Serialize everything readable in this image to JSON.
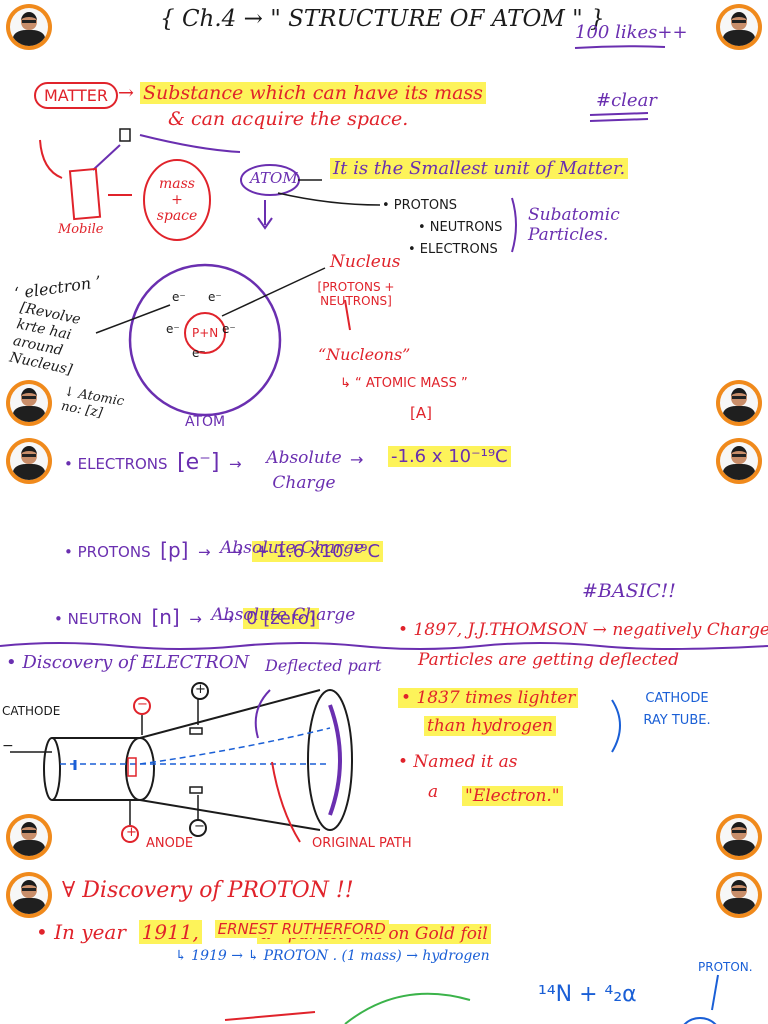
{
  "title": "{ Ch.4 → \" STRUCTURE  OF  ATOM \" }",
  "likes": "100 likes++",
  "clear_tag": "#clear",
  "basic_tag": "#BASIC!!",
  "matter": {
    "label": "MATTER",
    "def_line1": "Substance  which  can  have  its  mass",
    "def_line2": "&  can  acquire  the  space.",
    "mobile": "Mobile",
    "mass_space": "mass + space"
  },
  "atom_def": {
    "label": "ATOM",
    "text": "It  is  the  Smallest  unit  of  Matter.",
    "protons": "• PROTONS",
    "neutrons": "• NEUTRONS",
    "electrons": "• ELECTRONS",
    "subatomic": "Subatomic Particles."
  },
  "atom_diagram": {
    "electron_label": "‘ electron ’",
    "revolve_note": "[Revolve krte hai around Nucleus]",
    "atomic_no": "↓ Atomic no: [z]",
    "electrons": [
      "e⁻",
      "e⁻",
      "e⁻",
      "e⁻",
      "e⁻"
    ],
    "center": "P+N",
    "caption": "ATOM",
    "nucleus": "Nucleus",
    "nucleus_bracket": "[PROTONS + NEUTRONS]",
    "nucleons": "“Nucleons”",
    "atomic_mass": "↳ “ ATOMIC MASS ”",
    "atomic_mass_symbol": "[A]"
  },
  "charges": [
    {
      "particle": "• ELECTRONS",
      "symbol": "[e⁻]",
      "arrow": "→",
      "term": "Absolute Charge",
      "value": "-1.6 x 10⁻¹⁹C"
    },
    {
      "particle": "• PROTONS",
      "symbol": "[p]",
      "arrow": "→",
      "term": "Absolute Charge",
      "value": "+ 1.6 x10⁻¹⁹C"
    },
    {
      "particle": "• NEUTRON",
      "symbol": "[n]",
      "arrow": "→",
      "term": "Absolute Charge",
      "value": "0 [zero]"
    }
  ],
  "electron_discovery": {
    "heading": "• Discovery  of  ELECTRON",
    "deflected": "Deflected part",
    "cathode": "CATHODE",
    "anode": "ANODE",
    "original_path": "ORIGINAL PATH",
    "plus": "+",
    "minus": "−",
    "fact1_line1": "• 1897,  J.J.THOMSON → negatively Charged",
    "fact1_line2": "Particles are getting deflected",
    "fact2_line1": "• 1837  times  lighter",
    "fact2_line2": "than  hydrogen",
    "fact3_line1": "• Named  it  as",
    "fact3_line2": "a",
    "fact3_name": "\"Electron.\"",
    "crt": "CATHODE RAY TUBE."
  },
  "proton_discovery": {
    "heading": "∀ Discovery  of  PROTON !!",
    "line1": "• In  year",
    "year": "1911,",
    "scientist": "ERNEST RUTHERFORD",
    "arrow": "→",
    "experiment": "α - particle hit on Gold foil",
    "line2": "↳ 1919 → ↳ PROTON . (1 mass) → hydrogen",
    "reaction": "¹⁴N + ⁴₂α",
    "proton_label": "PROTON."
  },
  "colors": {
    "red": "#e0232b",
    "purple": "#6a2fb0",
    "highlight": "#fdf35a",
    "blue": "#1a5fd6",
    "avatar_ring": "#f08a1c"
  }
}
